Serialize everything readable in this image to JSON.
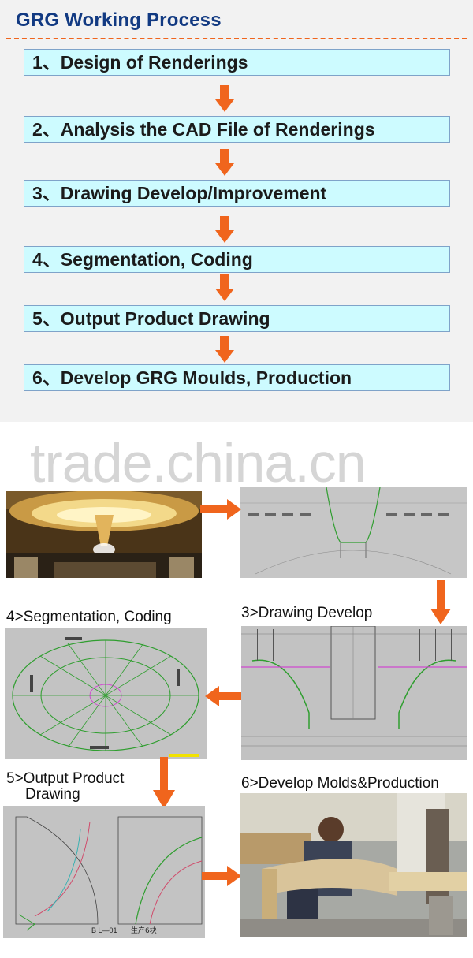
{
  "header": {
    "title": "GRG Working Process"
  },
  "steps": [
    "1、Design of Renderings",
    "2、Analysis the CAD File of Renderings",
    "3、Drawing Develop/Improvement",
    "4、Segmentation, Coding",
    "5、Output Product Drawing",
    "6、Develop GRG Moulds, Production"
  ],
  "watermark": "trade.china.cn",
  "gallery": {
    "drawing_develop": "3>Drawing Develop",
    "segmentation": "4>Segmentation, Coding",
    "output_line1": "5>Output Product",
    "output_line2": "Drawing",
    "molds": "6>Develop Molds&Production",
    "part_code": "B L—01",
    "part_note": "生产6块"
  },
  "colors": {
    "accent": "#f0651d",
    "title": "#123a82",
    "step_fill": "#cdfbff"
  }
}
